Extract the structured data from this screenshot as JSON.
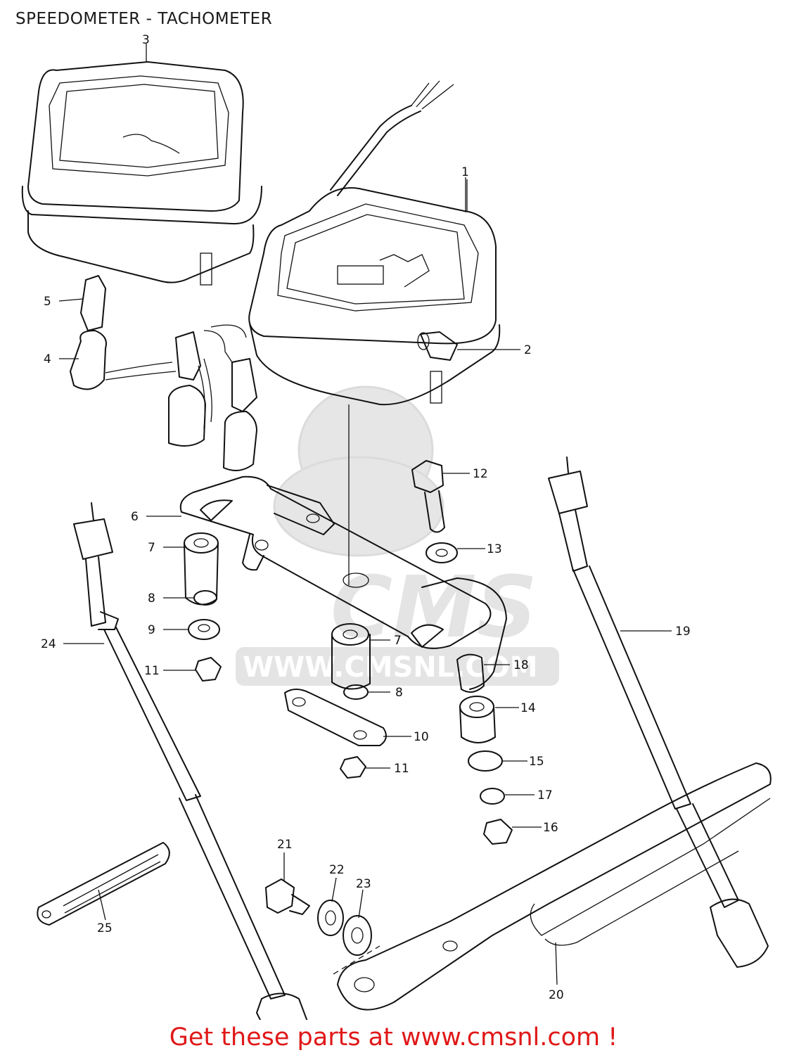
{
  "header": {
    "title": "SPEEDOMETER - TACHOMETER"
  },
  "watermark": {
    "text": "WWW.CMSNL.COM",
    "logo": "CMS"
  },
  "footer": {
    "cta": "Get these parts at www.cmsnl.com !"
  },
  "callouts": [
    {
      "id": "1",
      "label": "1"
    },
    {
      "id": "2",
      "label": "2"
    },
    {
      "id": "3",
      "label": "3"
    },
    {
      "id": "4",
      "label": "4"
    },
    {
      "id": "5",
      "label": "5"
    },
    {
      "id": "6",
      "label": "6"
    },
    {
      "id": "7a",
      "label": "7"
    },
    {
      "id": "7b",
      "label": "7"
    },
    {
      "id": "8a",
      "label": "8"
    },
    {
      "id": "8b",
      "label": "8"
    },
    {
      "id": "9",
      "label": "9"
    },
    {
      "id": "10",
      "label": "10"
    },
    {
      "id": "11a",
      "label": "11"
    },
    {
      "id": "11b",
      "label": "11"
    },
    {
      "id": "12",
      "label": "12"
    },
    {
      "id": "13",
      "label": "13"
    },
    {
      "id": "14",
      "label": "14"
    },
    {
      "id": "15",
      "label": "15"
    },
    {
      "id": "16",
      "label": "16"
    },
    {
      "id": "17",
      "label": "17"
    },
    {
      "id": "18",
      "label": "18"
    },
    {
      "id": "19",
      "label": "19"
    },
    {
      "id": "20",
      "label": "20"
    },
    {
      "id": "21",
      "label": "21"
    },
    {
      "id": "22",
      "label": "22"
    },
    {
      "id": "23",
      "label": "23"
    },
    {
      "id": "24",
      "label": "24"
    },
    {
      "id": "25",
      "label": "25"
    }
  ],
  "colors": {
    "cta": "#e01818",
    "line": "#111111",
    "watermark": "#e4e4e4"
  }
}
